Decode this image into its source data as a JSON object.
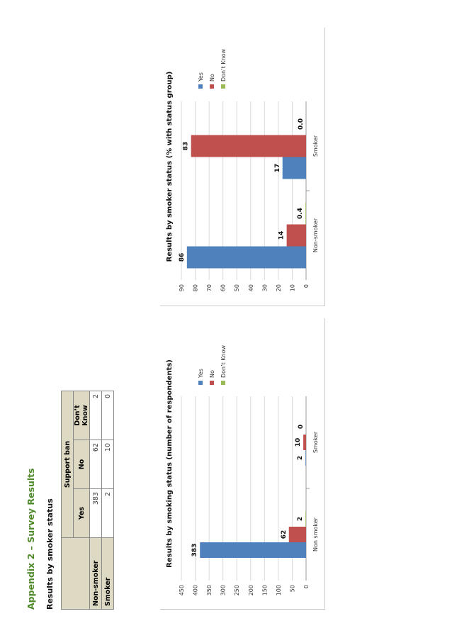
{
  "page": {
    "heading": "Appendix 2 – Survey Results",
    "subheading": "Results by smoker status"
  },
  "table": {
    "group_header": "Support ban",
    "columns": [
      "Yes",
      "No",
      "Don’t Know"
    ],
    "rows": [
      {
        "label": "Non-smoker",
        "values": [
          "383",
          "62",
          "2"
        ]
      },
      {
        "label": "Smoker",
        "values": [
          "2",
          "10",
          "0"
        ]
      }
    ]
  },
  "chart_data": [
    {
      "type": "bar",
      "title": "Results by smoking status (number of respondents)",
      "categories": [
        "Non smoker",
        "Smoker"
      ],
      "series": [
        {
          "name": "Yes",
          "values": [
            383,
            2
          ],
          "color": "#4f81bd"
        },
        {
          "name": "No",
          "values": [
            62,
            10
          ],
          "color": "#c0504d"
        },
        {
          "name": "Don’t Know",
          "values": [
            2,
            0
          ],
          "color": "#9bbb59"
        }
      ],
      "data_labels": [
        [
          "383",
          "62",
          "2"
        ],
        [
          "2",
          "10",
          "0"
        ]
      ],
      "ylim": [
        0,
        450
      ],
      "yticks": [
        "0",
        "50",
        "100",
        "150",
        "200",
        "250",
        "300",
        "350",
        "400",
        "450"
      ],
      "grid": true,
      "legend": "right"
    },
    {
      "type": "bar",
      "title": "Results by smoker status (% with status group)",
      "categories": [
        "Non-smoker",
        "Smoker"
      ],
      "series": [
        {
          "name": "Yes",
          "values": [
            86,
            17
          ],
          "color": "#4f81bd"
        },
        {
          "name": "No",
          "values": [
            14,
            83
          ],
          "color": "#c0504d"
        },
        {
          "name": "Don’t Know",
          "values": [
            0.4,
            0.0
          ],
          "color": "#9bbb59"
        }
      ],
      "data_labels": [
        [
          "86",
          "14",
          "0.4"
        ],
        [
          "17",
          "83",
          "0.0"
        ]
      ],
      "ylim": [
        0,
        90
      ],
      "yticks": [
        "0",
        "10",
        "20",
        "30",
        "40",
        "50",
        "60",
        "70",
        "80",
        "90"
      ],
      "grid": true,
      "legend": "right"
    }
  ]
}
